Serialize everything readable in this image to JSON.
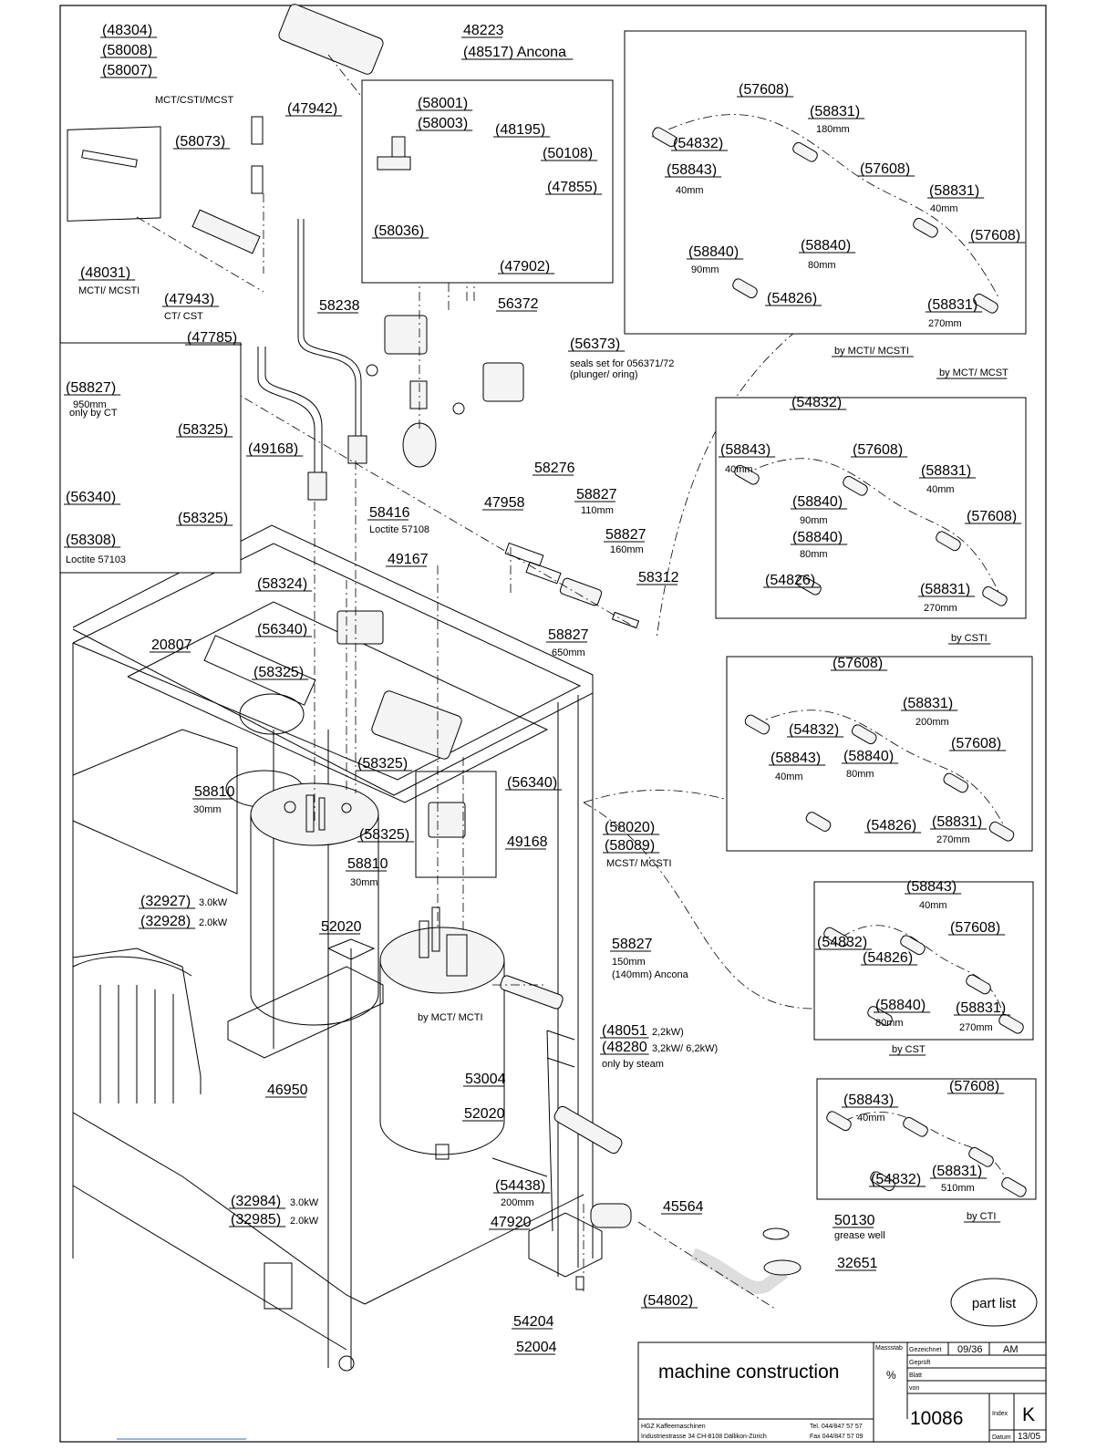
{
  "callouts": [
    {
      "id": "c-48304",
      "text": "(48304)",
      "size": "big"
    },
    {
      "id": "c-58008",
      "text": "(58008)",
      "size": "big"
    },
    {
      "id": "c-58007",
      "text": "(58007)",
      "size": "big"
    },
    {
      "id": "c-mct-csti-mcst",
      "text": "MCT/CSTI/MCST",
      "size": "sm"
    },
    {
      "id": "c-58073",
      "text": "(58073)",
      "size": "big"
    },
    {
      "id": "c-47942",
      "text": "(47942)",
      "size": "big"
    },
    {
      "id": "c-48031",
      "text": "(48031)",
      "size": "big"
    },
    {
      "id": "c-mcti-mcsti",
      "text": "MCTI/ MCSTI",
      "size": "sm"
    },
    {
      "id": "c-47943",
      "text": "(47943)",
      "size": "big"
    },
    {
      "id": "c-ct-cst",
      "text": "CT/ CST",
      "size": "sm"
    },
    {
      "id": "c-47785",
      "text": "(47785)",
      "size": "big"
    },
    {
      "id": "c-48223",
      "text": "48223",
      "size": "big"
    },
    {
      "id": "c-48517",
      "text": "(48517) Ancona",
      "size": "big"
    },
    {
      "id": "c-58001",
      "text": "(58001)",
      "size": "big"
    },
    {
      "id": "c-58003",
      "text": "(58003)",
      "size": "big"
    },
    {
      "id": "c-48195",
      "text": "(48195)",
      "size": "big"
    },
    {
      "id": "c-50108",
      "text": "(50108)",
      "size": "big"
    },
    {
      "id": "c-47855",
      "text": "(47855)",
      "size": "big"
    },
    {
      "id": "c-58036",
      "text": "(58036)",
      "size": "big"
    },
    {
      "id": "c-47902",
      "text": "(47902)",
      "size": "big"
    },
    {
      "id": "c-58238",
      "text": "58238",
      "size": "big"
    },
    {
      "id": "c-56372",
      "text": "56372",
      "size": "big"
    },
    {
      "id": "c-56373",
      "text": "(56373)",
      "size": "big"
    },
    {
      "id": "c-seals",
      "text": "seals set  for 056371/72",
      "size": "sm"
    },
    {
      "id": "c-plunger",
      "text": "(plunger/ oring)",
      "size": "sm"
    },
    {
      "id": "c-58827a",
      "text": "(58827)",
      "size": "big"
    },
    {
      "id": "c-950mm",
      "text": "950mm",
      "size": "sm"
    },
    {
      "id": "c-onlyct",
      "text": "only by CT",
      "size": "sm"
    },
    {
      "id": "c-58325a",
      "text": "(58325)",
      "size": "big"
    },
    {
      "id": "c-49168a",
      "text": "(49168)",
      "size": "big"
    },
    {
      "id": "c-56340a",
      "text": "(56340)",
      "size": "big"
    },
    {
      "id": "c-58325b",
      "text": "(58325)",
      "size": "big"
    },
    {
      "id": "c-58308",
      "text": "(58308)",
      "size": "big"
    },
    {
      "id": "c-loctite103",
      "text": "Loctite 57103",
      "size": "sm"
    },
    {
      "id": "c-58276",
      "text": "58276",
      "size": "big"
    },
    {
      "id": "c-58416",
      "text": "58416",
      "size": "big"
    },
    {
      "id": "c-loctite108",
      "text": "Loctite 57108",
      "size": "sm"
    },
    {
      "id": "c-47958",
      "text": "47958",
      "size": "big"
    },
    {
      "id": "c-58827b",
      "text": "58827",
      "size": "big"
    },
    {
      "id": "c-110mm",
      "text": "110mm",
      "size": "sm"
    },
    {
      "id": "c-58827c",
      "text": "58827",
      "size": "big"
    },
    {
      "id": "c-160mm",
      "text": "160mm",
      "size": "sm"
    },
    {
      "id": "c-58312",
      "text": "58312",
      "size": "big"
    },
    {
      "id": "c-58827d",
      "text": "58827",
      "size": "big"
    },
    {
      "id": "c-650mm",
      "text": "650mm",
      "size": "sm"
    },
    {
      "id": "c-49167",
      "text": "49167",
      "size": "big"
    },
    {
      "id": "c-58324",
      "text": "(58324)",
      "size": "big"
    },
    {
      "id": "c-56340b",
      "text": "(56340)",
      "size": "big"
    },
    {
      "id": "c-20807",
      "text": "20807",
      "size": "big"
    },
    {
      "id": "c-58325c",
      "text": "(58325)",
      "size": "big"
    },
    {
      "id": "c-58325d",
      "text": "(58325)",
      "size": "big"
    },
    {
      "id": "c-56340c",
      "text": "(56340)",
      "size": "big"
    },
    {
      "id": "c-58810a",
      "text": "58810",
      "size": "big"
    },
    {
      "id": "c-30mm-a",
      "text": "30mm",
      "size": "sm"
    },
    {
      "id": "c-58325e",
      "text": "(58325)",
      "size": "big"
    },
    {
      "id": "c-58020",
      "text": "(58020)",
      "size": "big"
    },
    {
      "id": "c-58089",
      "text": "(58089)",
      "size": "big"
    },
    {
      "id": "c-mcst-mcsti",
      "text": "MCST/ MCSTI",
      "size": "sm"
    },
    {
      "id": "c-49168b",
      "text": "49168",
      "size": "big"
    },
    {
      "id": "c-58810b",
      "text": "58810",
      "size": "big"
    },
    {
      "id": "c-30mm-b",
      "text": "30mm",
      "size": "sm"
    },
    {
      "id": "c-32927",
      "text": "(32927)",
      "size": "big"
    },
    {
      "id": "c-3kw-a",
      "text": "3.0kW",
      "size": "sm"
    },
    {
      "id": "c-32928",
      "text": "(32928)",
      "size": "big"
    },
    {
      "id": "c-2kw-a",
      "text": "2.0kW",
      "size": "sm"
    },
    {
      "id": "c-52020a",
      "text": "52020",
      "size": "big"
    },
    {
      "id": "c-58827e",
      "text": "58827",
      "size": "big"
    },
    {
      "id": "c-150mm",
      "text": "150mm",
      "size": "sm"
    },
    {
      "id": "c-140mm",
      "text": "(140mm) Ancona",
      "size": "sm"
    },
    {
      "id": "c-bymct",
      "text": "by MCT/ MCTI",
      "size": "sm"
    },
    {
      "id": "c-48051",
      "text": "(48051",
      "size": "big"
    },
    {
      "id": "c-22kw",
      "text": "2,2kW)",
      "size": "sm"
    },
    {
      "id": "c-48280",
      "text": "(48280",
      "size": "big"
    },
    {
      "id": "c-32kw",
      "text": "3,2kW/ 6,2kW)",
      "size": "sm"
    },
    {
      "id": "c-steam",
      "text": "only by steam",
      "size": "sm"
    },
    {
      "id": "c-53004",
      "text": "53004",
      "size": "big"
    },
    {
      "id": "c-46950",
      "text": "46950",
      "size": "big"
    },
    {
      "id": "c-52020b",
      "text": "52020",
      "size": "big"
    },
    {
      "id": "c-54438",
      "text": "(54438)",
      "size": "big"
    },
    {
      "id": "c-200mm",
      "text": "200mm",
      "size": "sm"
    },
    {
      "id": "c-32984",
      "text": "(32984)",
      "size": "big"
    },
    {
      "id": "c-3kw-b",
      "text": "3.0kW",
      "size": "sm"
    },
    {
      "id": "c-32985",
      "text": "(32985)",
      "size": "big"
    },
    {
      "id": "c-2kw-b",
      "text": "2.0kW",
      "size": "sm"
    },
    {
      "id": "c-47920",
      "text": "47920",
      "size": "big"
    },
    {
      "id": "c-45564",
      "text": "45564",
      "size": "big"
    },
    {
      "id": "c-50130",
      "text": "50130",
      "size": "big"
    },
    {
      "id": "c-grease",
      "text": "grease well",
      "size": "sm"
    },
    {
      "id": "c-32651",
      "text": "32651",
      "size": "big"
    },
    {
      "id": "c-54802",
      "text": "(54802)",
      "size": "big"
    },
    {
      "id": "c-54204",
      "text": "54204",
      "size": "big"
    },
    {
      "id": "c-52004",
      "text": "52004",
      "size": "big"
    }
  ],
  "panels": [
    {
      "id": "p1",
      "caption": "by MCTI/ MCSTI",
      "labels": [
        {
          "t": "(57608)",
          "s": "big"
        },
        {
          "t": "(58831)",
          "s": "big"
        },
        {
          "t": "180mm",
          "s": "sm"
        },
        {
          "t": "(54832)",
          "s": "big"
        },
        {
          "t": "(58843)",
          "s": "big"
        },
        {
          "t": "40mm",
          "s": "sm"
        },
        {
          "t": "(57608)",
          "s": "big"
        },
        {
          "t": "(58831)",
          "s": "big"
        },
        {
          "t": "40mm",
          "s": "sm"
        },
        {
          "t": "(58840)",
          "s": "big"
        },
        {
          "t": "90mm",
          "s": "sm"
        },
        {
          "t": "(58840)",
          "s": "big"
        },
        {
          "t": "80mm",
          "s": "sm"
        },
        {
          "t": "(57608)",
          "s": "big"
        },
        {
          "t": "(54826)",
          "s": "big"
        },
        {
          "t": "(58831)",
          "s": "big"
        },
        {
          "t": "270mm",
          "s": "sm"
        }
      ]
    },
    {
      "id": "p2",
      "caption": "by MCT/ MCST",
      "labels": [
        {
          "t": "(54832)",
          "s": "big"
        },
        {
          "t": "(58843)",
          "s": "big"
        },
        {
          "t": "40mm",
          "s": "sm"
        },
        {
          "t": "(57608)",
          "s": "big"
        },
        {
          "t": "(58831)",
          "s": "big"
        },
        {
          "t": "40mm",
          "s": "sm"
        },
        {
          "t": "(58840)",
          "s": "big"
        },
        {
          "t": "90mm",
          "s": "sm"
        },
        {
          "t": "(58840)",
          "s": "big"
        },
        {
          "t": "80mm",
          "s": "sm"
        },
        {
          "t": "(57608)",
          "s": "big"
        },
        {
          "t": "(54826)",
          "s": "big"
        },
        {
          "t": "(58831)",
          "s": "big"
        },
        {
          "t": "270mm",
          "s": "sm"
        }
      ]
    },
    {
      "id": "p3",
      "caption": "by CSTI",
      "labels": [
        {
          "t": "(57608)",
          "s": "big"
        },
        {
          "t": "(58831)",
          "s": "big"
        },
        {
          "t": "200mm",
          "s": "sm"
        },
        {
          "t": "(54832)",
          "s": "big"
        },
        {
          "t": "(58843)",
          "s": "big"
        },
        {
          "t": "40mm",
          "s": "sm"
        },
        {
          "t": "(58840)",
          "s": "big"
        },
        {
          "t": "80mm",
          "s": "sm"
        },
        {
          "t": "(57608)",
          "s": "big"
        },
        {
          "t": "(54826)",
          "s": "big"
        },
        {
          "t": "(58831)",
          "s": "big"
        },
        {
          "t": "270mm",
          "s": "sm"
        }
      ]
    },
    {
      "id": "p4",
      "caption": "by CST",
      "labels": [
        {
          "t": "(58843)",
          "s": "big"
        },
        {
          "t": "40mm",
          "s": "sm"
        },
        {
          "t": "(54832)",
          "s": "big"
        },
        {
          "t": "(57608)",
          "s": "big"
        },
        {
          "t": "(54826)",
          "s": "big"
        },
        {
          "t": "(58840)",
          "s": "big"
        },
        {
          "t": "80mm",
          "s": "sm"
        },
        {
          "t": "(58831)",
          "s": "big"
        },
        {
          "t": "270mm",
          "s": "sm"
        }
      ]
    },
    {
      "id": "p5",
      "caption": "by CTI",
      "labels": [
        {
          "t": "(58843)",
          "s": "big"
        },
        {
          "t": "40mm",
          "s": "sm"
        },
        {
          "t": "(57608)",
          "s": "big"
        },
        {
          "t": "(54832)",
          "s": "big"
        },
        {
          "t": "(58831)",
          "s": "big"
        },
        {
          "t": "510mm",
          "s": "sm"
        }
      ]
    }
  ],
  "part_list_label": "part list",
  "title_block": {
    "title": "machine construction",
    "scale_label": "Massstab",
    "scale_value": "%",
    "drawn_label": "Gezeichnet",
    "drawn_date": "09/36",
    "drawn_by": "AM",
    "checked_label": "Geprüft",
    "sheet_label": "Blatt",
    "of_label": "von",
    "company": "HGZ  Kaffeemaschinen",
    "address": "Industriestrasse  34     CH-8108  Dällikon-Zürich",
    "tel": "Tel.  044/847 57 57",
    "fax": "Fax  044/847 57 09",
    "drawing_number": "10086",
    "index_label": "Index",
    "index_value": "K",
    "date_label": "Datum",
    "date_value": "13/05"
  }
}
